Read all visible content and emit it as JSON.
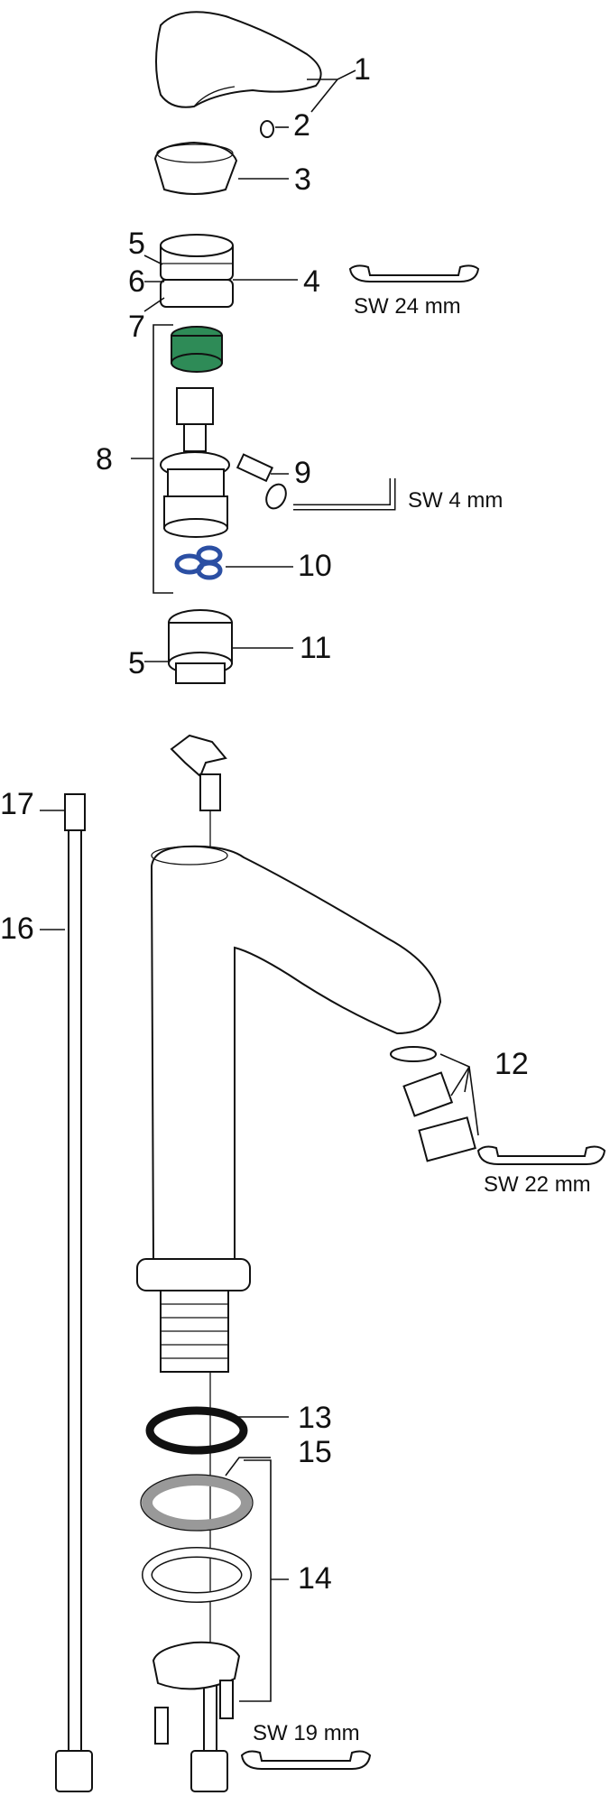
{
  "labels": {
    "n1": "1",
    "n2": "2",
    "n3": "3",
    "n4": "4",
    "n5a": "5",
    "n6": "6",
    "n7": "7",
    "n8": "8",
    "n9": "9",
    "n10": "10",
    "n11": "11",
    "n5b": "5",
    "n12": "12",
    "n13": "13",
    "n14": "14",
    "n15": "15",
    "n16": "16",
    "n17": "17"
  },
  "tools": {
    "wrench_24": "SW 24 mm",
    "hex_key_4": "SW 4 mm",
    "wrench_22": "SW 22 mm",
    "wrench_19": "SW 19 mm"
  },
  "colors": {
    "line": "#111111",
    "cartridge_ring": "#2e8b57",
    "o_rings": "#2b4fa3",
    "gasket_grey": "#999999"
  }
}
